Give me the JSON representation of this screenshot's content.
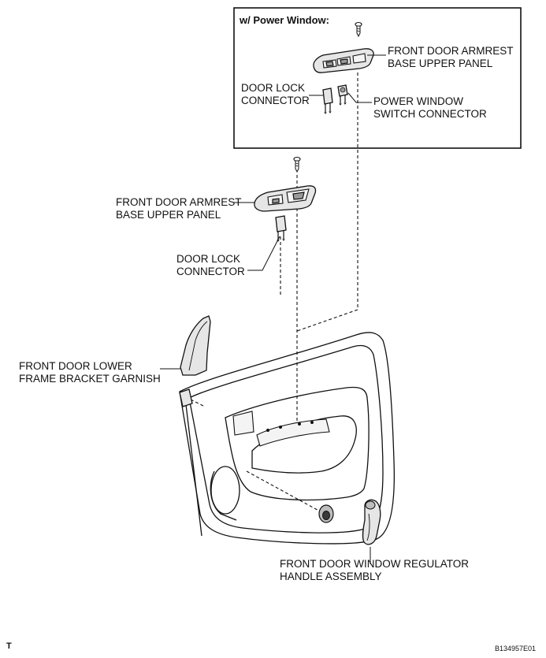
{
  "inset": {
    "title": "w/ Power Window:",
    "armrest_line1": "FRONT DOOR ARMREST",
    "armrest_line2": "BASE UPPER PANEL",
    "door_lock_line1": "DOOR LOCK",
    "door_lock_line2": "CONNECTOR",
    "pw_line1": "POWER WINDOW",
    "pw_line2": "SWITCH CONNECTOR"
  },
  "main": {
    "armrest_line1": "FRONT DOOR ARMREST",
    "armrest_line2": "BASE UPPER PANEL",
    "door_lock_line1": "DOOR LOCK",
    "door_lock_line2": "CONNECTOR",
    "garnish_line1": "FRONT DOOR LOWER",
    "garnish_line2": "FRAME BRACKET GARNISH",
    "handle_line1": "FRONT DOOR WINDOW REGULATOR",
    "handle_line2": "HANDLE ASSEMBLY"
  },
  "footer": {
    "corner_mark": "T",
    "figure_id": "B134957E01"
  },
  "icons": [
    "screw-icon",
    "armrest-panel-icon",
    "connector-icon",
    "garnish-icon",
    "door-trim-icon",
    "handle-icon",
    "washer-icon"
  ]
}
